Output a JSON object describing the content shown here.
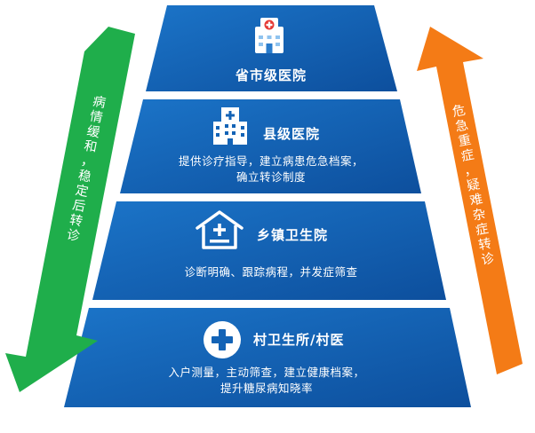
{
  "colors": {
    "tier_blue": "#1363b6",
    "tier_blue_dark": "#0c4f9c",
    "arrow_left": "#1fae4b",
    "arrow_right": "#f47b16"
  },
  "tiers": [
    {
      "title": "省市级医院",
      "desc": [],
      "icon": "hospital-building-icon"
    },
    {
      "title": "县级医院",
      "desc": [
        "提供诊疗指导，建立病患危急档案，",
        "确立转诊制度"
      ],
      "icon": "hospital-tower-icon"
    },
    {
      "title": "乡镇卫生院",
      "desc": [
        "诊断明确、跟踪病程，并发症筛查"
      ],
      "icon": "clinic-house-icon"
    },
    {
      "title": "村卫生所/村医",
      "desc": [
        "入户测量，主动筛查，建立健康档案，",
        "提升糖尿病知晓率"
      ],
      "icon": "medical-cross-icon"
    }
  ],
  "arrows": {
    "left": {
      "chars": [
        "病",
        "情",
        "缓",
        "和",
        "，",
        "稳",
        "定",
        "后",
        "转",
        "诊"
      ]
    },
    "right": {
      "chars": [
        "危",
        "急",
        "重",
        "症",
        "，",
        "疑",
        "难",
        "杂",
        "症",
        "转",
        "诊"
      ]
    }
  }
}
